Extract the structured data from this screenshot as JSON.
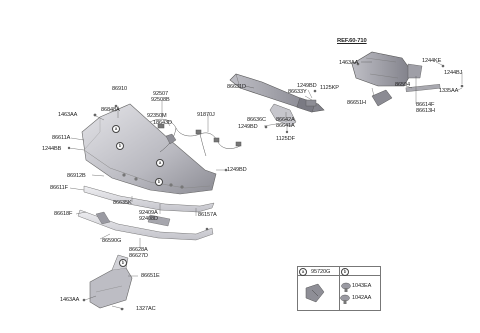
{
  "ref": "REF.60-710",
  "callouts": {
    "c_86910": "86910",
    "c_86848A": "86848A",
    "c_1463AA_a": "1463AA",
    "c_86611A": "86611A",
    "c_1244BB": "1244BB",
    "c_92507": "92507",
    "c_92508B": "92508B",
    "c_92350M": "92350M",
    "c_18643D": "18643D",
    "c_91870J": "91870J",
    "c_86631D": "86631D",
    "c_1249BD_top": "1249BD",
    "c_86633Y": "86633Y",
    "c_1125KP": "1125KP",
    "c_86636C": "86636C",
    "c_1249BD_mid": "1249BD",
    "c_86642A": "86642A",
    "c_86641A": "86641A",
    "c_1125DF": "1125DF",
    "c_1463AA_b": "1463AA",
    "c_1244KE": "1244KE",
    "c_1244BJ": "1244BJ",
    "c_1335AA": "1335AA",
    "c_86594": "86594",
    "c_86651H": "86651H",
    "c_86614F": "86614F",
    "c_86613H": "86613H",
    "c_1249BD_right": "1249BD",
    "c_86912B": "86912B",
    "c_86611F": "86611F",
    "c_86635K": "86635K",
    "c_92409A": "92409A",
    "c_92408D": "92408D",
    "c_86157A": "86157A",
    "c_86618F": "86618F",
    "c_86590G": "86590G",
    "c_86628A": "86628A",
    "c_86627D": "86627D",
    "c_86651E": "86651E",
    "c_1463AA_c": "1463AA",
    "c_1327AC": "1327AC"
  },
  "markers": {
    "a": "a",
    "b": "b"
  },
  "legend": {
    "a_part": "95720G",
    "b_part1": "1043EA",
    "b_part2": "1042AA"
  },
  "colors": {
    "part_fill": "#c8c8cc",
    "part_dark": "#8f8f96",
    "line": "#555555"
  }
}
